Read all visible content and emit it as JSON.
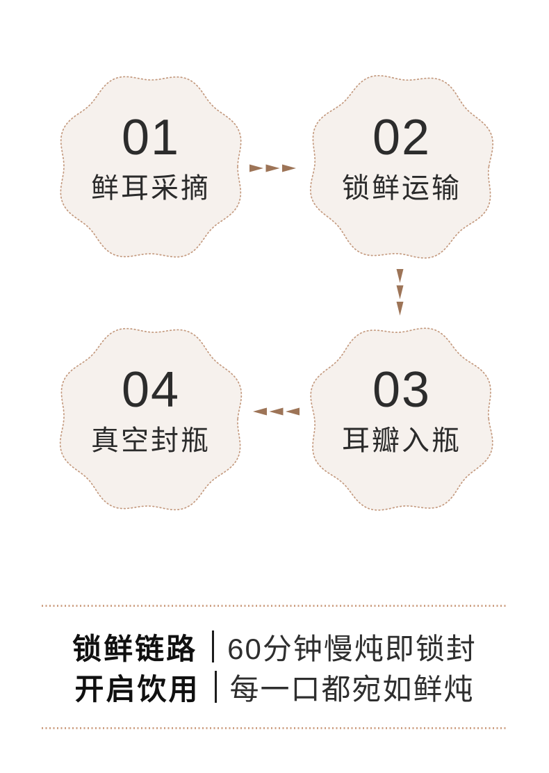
{
  "flow": {
    "steps": [
      {
        "number": "01",
        "label": "鲜耳采摘"
      },
      {
        "number": "02",
        "label": "锁鲜运输"
      },
      {
        "number": "03",
        "label": "耳瓣入瓶"
      },
      {
        "number": "04",
        "label": "真空封瓶"
      }
    ],
    "icons": {
      "step1_to_step2": "triple-right-triangles",
      "step2_to_step3": "triple-down-triangles",
      "step3_to_step4": "triple-left-triangles"
    }
  },
  "footer": {
    "lines": [
      {
        "label": "锁鲜链路",
        "text": "60分钟慢炖即锁封"
      },
      {
        "label": "开启饮用",
        "text": "每一口都宛如鲜炖"
      }
    ]
  },
  "colors": {
    "blob_fill": "#f6f1ed",
    "blob_border": "#c49a7f",
    "arrow": "#9d7457",
    "divider_tick": "#cfa387",
    "step_text": "#2c2c2c",
    "footer_label": "#101010",
    "footer_text": "#2e2e2e"
  }
}
